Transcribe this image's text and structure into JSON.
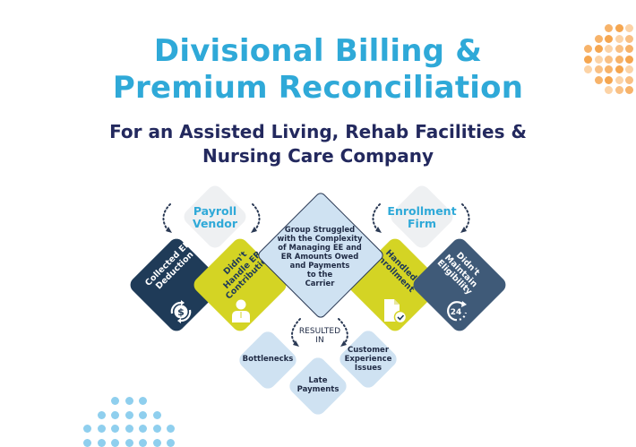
{
  "header": {
    "title_line1": "Divisional Billing &",
    "title_line2": "Premium Reconciliation",
    "subtitle_line1": "For an Assisted Living, Rehab Facilities &",
    "subtitle_line2": "Nursing Care Company"
  },
  "diagram": {
    "payroll_vendor": {
      "line1": "Payroll",
      "line2": "Vendor"
    },
    "collected_ee": {
      "line1": "Collected EE",
      "line2": "Deduction",
      "icon": "dollar-cycle-icon"
    },
    "didnt_handle_er": {
      "line1": "Didn't",
      "line2": "Handle ER",
      "line3": "Contribution",
      "icon": "person-icon"
    },
    "center": {
      "lines": [
        "Group Struggled",
        "with the Complexity",
        "of Managing EE and",
        "ER Amounts Owed",
        "and Payments",
        "to the",
        "Carrier"
      ]
    },
    "enrollment_firm": {
      "line1": "Enrollment",
      "line2": "Firm"
    },
    "handled_enrollment": {
      "line1": "Handled",
      "line2": "Enrollment",
      "icon": "document-check-icon"
    },
    "didnt_maintain": {
      "line1": "Didn't",
      "line2": "Maintain",
      "line3": "Eligibility",
      "icon": "clock-24-icon"
    },
    "resulted_in": {
      "line1": "RESULTED",
      "line2": "IN"
    },
    "outcomes": [
      {
        "lines": [
          "Bottlenecks"
        ]
      },
      {
        "lines": [
          "Late",
          "Payments"
        ]
      },
      {
        "lines": [
          "Customer",
          "Experience",
          "Issues"
        ]
      }
    ]
  },
  "colors": {
    "title": "#2fa9d8",
    "subtitle": "#23295e",
    "navy": "#1f3b58",
    "slate": "#3f5a78",
    "lime": "#d4d424",
    "light_blue": "#cfe2f2",
    "light_gray": "#eef0f2",
    "orange_dots": "#f7b36a",
    "blue_dots": "#8fcfee"
  }
}
